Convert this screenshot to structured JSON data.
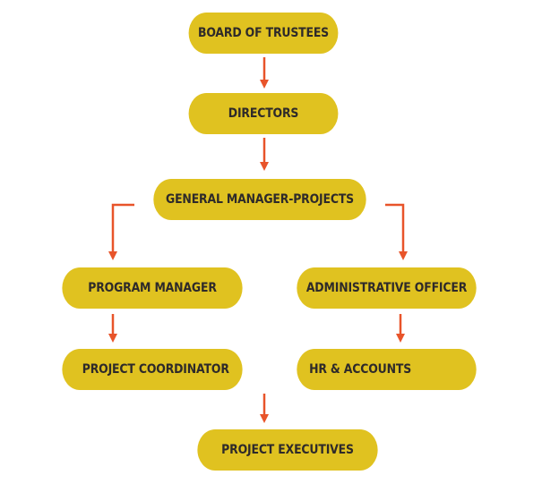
{
  "org_chart": {
    "nodes": {
      "board": "BOARD OF TRUSTEES",
      "directors": "DIRECTORS",
      "general_manager": "GENERAL MANAGER-PROJECTS",
      "program_manager": "PROGRAM MANAGER",
      "administrative_officer": "ADMINISTRATIVE OFFICER",
      "project_coordinator": "PROJECT COORDINATOR",
      "hr_accounts": "HR & ACCOUNTS",
      "project_executives": "PROJECT EXECUTIVES"
    },
    "colors": {
      "node_fill": "#e0c220",
      "node_text": "#2e2a2a",
      "arrow": "#e8542a",
      "background": "#ffffff"
    }
  }
}
